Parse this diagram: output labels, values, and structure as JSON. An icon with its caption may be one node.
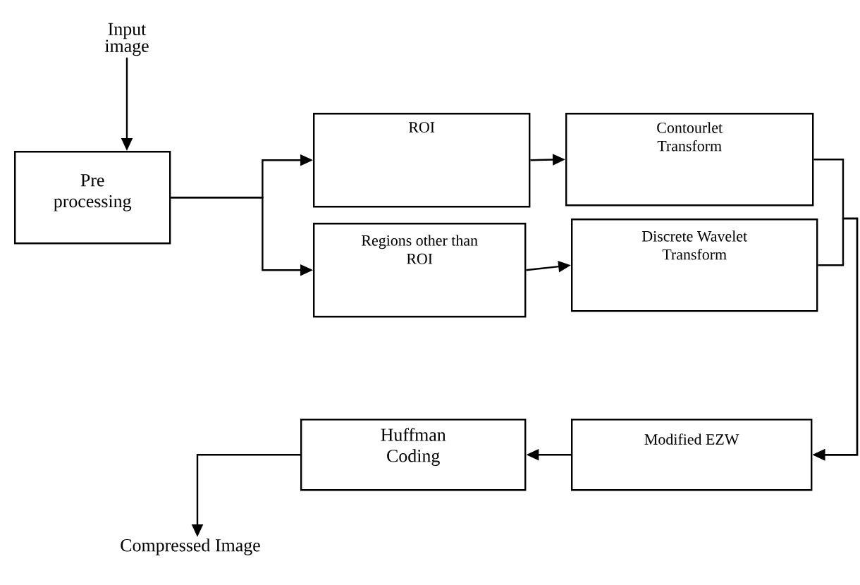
{
  "diagram": {
    "nodes": [
      {
        "text": [
          "Input image"
        ]
      },
      {
        "text": [
          "Pre processing"
        ]
      },
      {
        "text": [
          "ROI"
        ]
      },
      {
        "text": [
          "Regions other than ROI"
        ]
      },
      {
        "text": [
          "Contourlet Transform"
        ]
      },
      {
        "text": [
          "Discrete Wavelet Transform"
        ]
      },
      {
        "text": [
          "Modified EZW"
        ]
      },
      {
        "text": [
          "Huffman Coding"
        ]
      },
      {
        "text": [
          "Compressed Image"
        ]
      }
    ],
    "edges": [
      {
        "from": 0,
        "to": 1,
        "arrow": "to"
      },
      {
        "from": 1,
        "to": 2,
        "arrow": "to"
      },
      {
        "from": 1,
        "to": 3,
        "arrow": "to"
      },
      {
        "from": 2,
        "to": 4,
        "arrow": "to"
      },
      {
        "from": 3,
        "to": 5,
        "arrow": "to"
      },
      {
        "from": 4,
        "to": 6,
        "arrow": "to"
      },
      {
        "from": 5,
        "to": 6,
        "arrow": "to"
      },
      {
        "from": 6,
        "to": 7,
        "arrow": "to"
      },
      {
        "from": 7,
        "to": 8,
        "arrow": "to"
      }
    ]
  }
}
